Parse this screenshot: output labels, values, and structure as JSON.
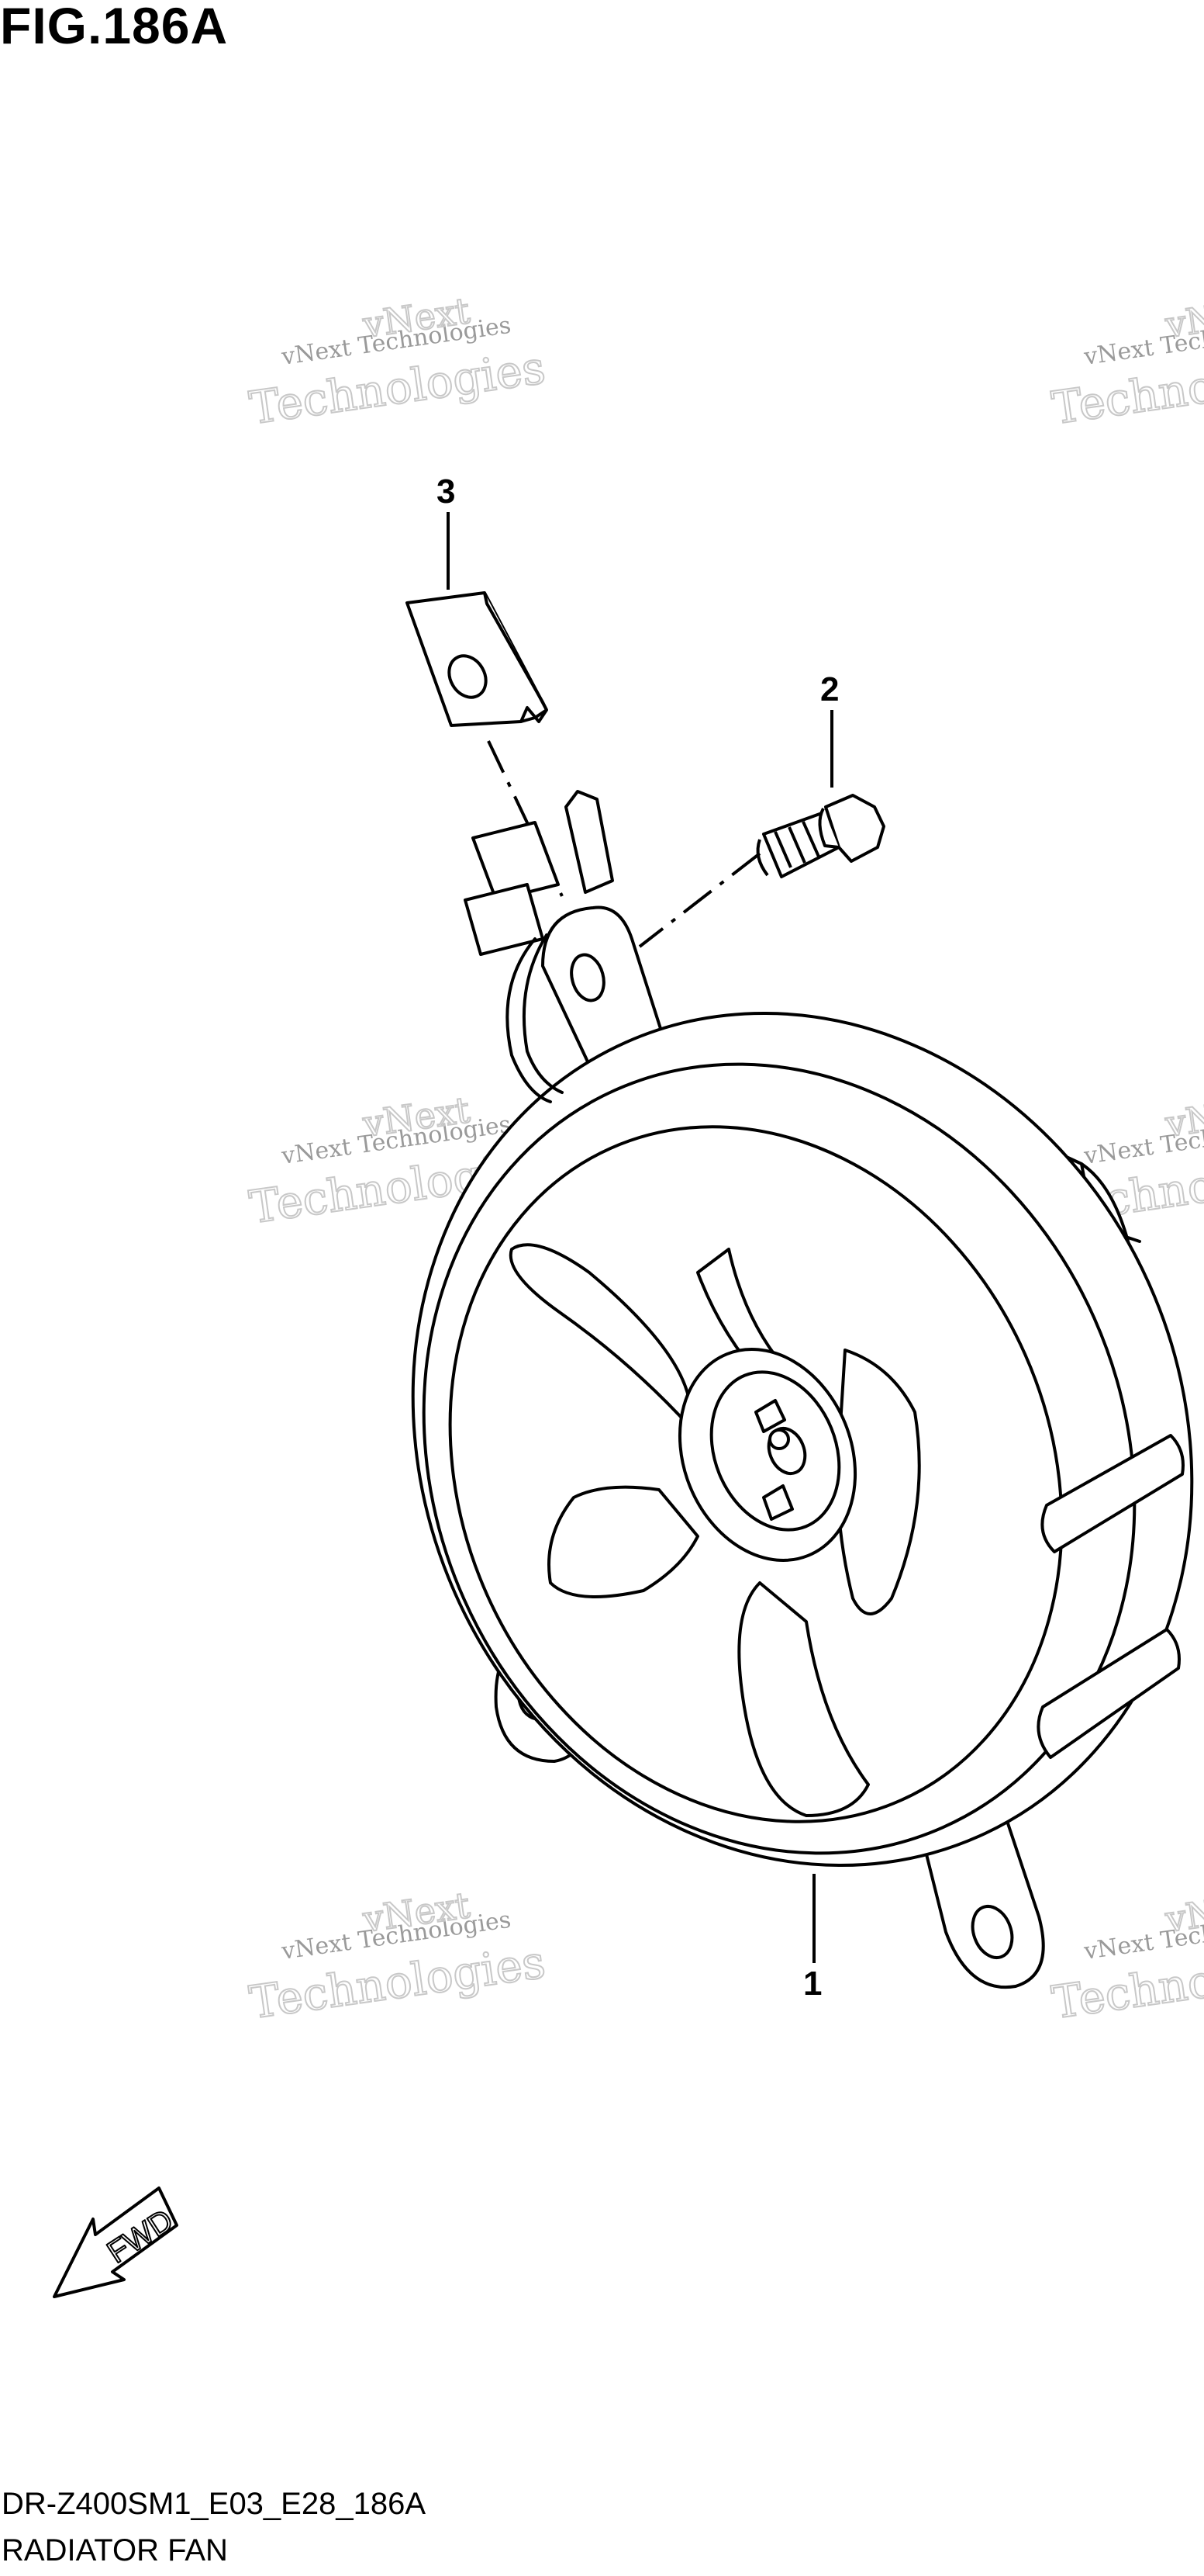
{
  "figure": {
    "title": "FIG.186A",
    "code": "DR-Z400SM1_E03_E28_186A",
    "name": "RADIATOR FAN"
  },
  "callouts": [
    {
      "id": "1",
      "label": "1"
    },
    {
      "id": "2",
      "label": "2"
    },
    {
      "id": "3",
      "label": "3"
    }
  ],
  "direction_marker": {
    "label": "FWD"
  },
  "watermark": {
    "line1": "vNext Technologies",
    "line2": "vNext",
    "line3": "Technologies"
  },
  "colors": {
    "line": "#000000",
    "watermark": "#c8c8c8",
    "background": "#ffffff"
  }
}
